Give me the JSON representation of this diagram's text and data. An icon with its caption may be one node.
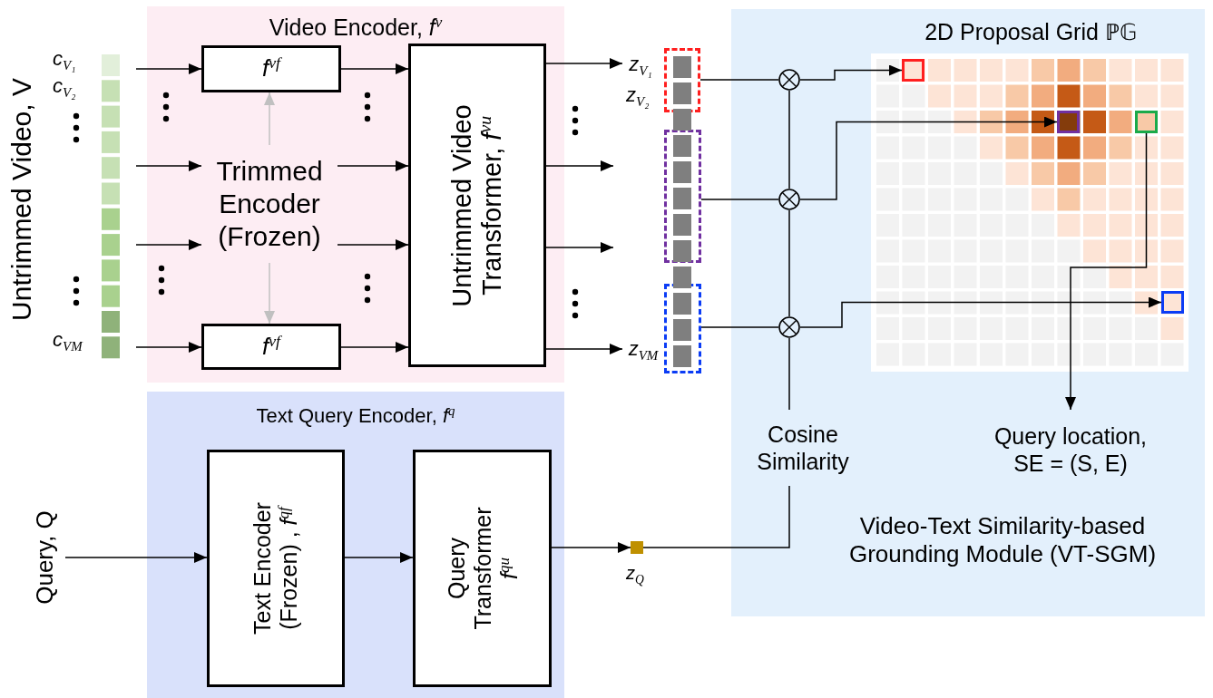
{
  "diagram": {
    "nodes": [
      {
        "text": [
          "Video Encoder, *f*$^{v}$"
        ]
      },
      {
        "text": [
          "*f*$^{vf}$"
        ],
        "in": 0
      },
      {
        "text": [
          "Trimmed Encoder (Frozen)"
        ],
        "in": 0
      },
      {
        "text": [
          "*f*$^{vf}$"
        ],
        "in": 0
      },
      {
        "text": [
          "Untrimmed Video Transformer, *f*$^{vu}$"
        ],
        "in": 0
      },
      {
        "text": [],
        "shape": "box"
      },
      {
        "text": [],
        "shape": "box"
      },
      {
        "text": [],
        "shape": "box"
      },
      {
        "text": [
          "Video-Text Similarity-based Grounding Module (VT-SGM)"
        ]
      },
      {
        "text": [],
        "shape": "circle",
        "in": 8
      },
      {
        "text": [],
        "shape": "circle",
        "in": 8
      },
      {
        "text": [],
        "shape": "circle",
        "in": 8
      },
      {
        "text": [
          "2D Proposal Grid ℙ𝔾"
        ],
        "in": 8
      },
      {
        "text": [],
        "shape": "box",
        "in": 12
      },
      {
        "text": [],
        "shape": "box",
        "in": 12
      },
      {
        "text": [],
        "shape": "box",
        "in": 12
      },
      {
        "text": [],
        "shape": "box",
        "in": 12
      },
      {
        "text": [
          "Cosine Similarity"
        ],
        "in": 8
      },
      {
        "text": [
          "Query location, SE = (S, E)"
        ],
        "in": 8
      },
      {
        "text": [
          "Text Query Encoder, *f*$^{q}$"
        ]
      },
      {
        "text": [
          "Text Encoder (Frozen) , *f*$^{qf}$"
        ],
        "in": 19
      },
      {
        "text": [
          "Query Transformer *f*$^{qu}$"
        ],
        "in": 19
      },
      {
        "text": [
          "Query, Q"
        ]
      },
      {
        "text": [],
        "shape": "box",
        "beside": [
          "*z*$_{Q}$"
        ]
      },
      {
        "text": [
          "*z*$_{V₁}$"
        ]
      },
      {
        "text": [
          "*z*$_{VM}$"
        ]
      }
    ],
    "edges": [
      {
        "from": null,
        "to": 1,
        "arrow": "to"
      },
      {
        "from": null,
        "to": 2,
        "arrow": "to"
      },
      {
        "from": null,
        "to": 2,
        "arrow": "to"
      },
      {
        "from": null,
        "to": 3,
        "arrow": "to"
      },
      {
        "from": 1,
        "to": 4,
        "arrow": "to"
      },
      {
        "from": 2,
        "to": 4,
        "arrow": "to"
      },
      {
        "from": 2,
        "to": 4,
        "arrow": "to"
      },
      {
        "from": 3,
        "to": 4,
        "arrow": "to"
      },
      {
        "from": 2,
        "to": 1,
        "arrow": "to",
        "color": "#c0c0c0"
      },
      {
        "from": 2,
        "to": 3,
        "arrow": "to",
        "color": "#c0c0c0"
      },
      {
        "from": 4,
        "to": 24,
        "arrow": "to"
      },
      {
        "from": 4,
        "to": null,
        "arrow": "to"
      },
      {
        "from": 4,
        "to": null,
        "arrow": "to"
      },
      {
        "from": 4,
        "to": 25,
        "arrow": "to"
      },
      {
        "from": 5,
        "to": 9,
        "arrow": "none"
      },
      {
        "from": 6,
        "to": 10,
        "arrow": "none"
      },
      {
        "from": 7,
        "to": 11,
        "arrow": "none"
      },
      {
        "from": 9,
        "to": 10,
        "arrow": "none"
      },
      {
        "from": 10,
        "to": 11,
        "arrow": "none"
      },
      {
        "from": 11,
        "to": 17,
        "arrow": "none"
      },
      {
        "from": 23,
        "to": 17,
        "arrow": "none"
      },
      {
        "from": 9,
        "to": 13,
        "arrow": "to"
      },
      {
        "from": 10,
        "to": 14,
        "arrow": "to"
      },
      {
        "from": 11,
        "to": 16,
        "arrow": "to"
      },
      {
        "from": 15,
        "to": 18,
        "arrow": "to"
      },
      {
        "from": 22,
        "to": 20,
        "arrow": "to"
      },
      {
        "from": 20,
        "to": 21,
        "arrow": "to"
      },
      {
        "from": 21,
        "to": 23,
        "arrow": "to"
      }
    ],
    "labels": [
      "Untrimmed Video, V",
      "*c*$_{V₁}$",
      "*c*$_{V₂}$",
      "*c*$_{VM}$",
      "*z*$_{V₂}$"
    ]
  }
}
